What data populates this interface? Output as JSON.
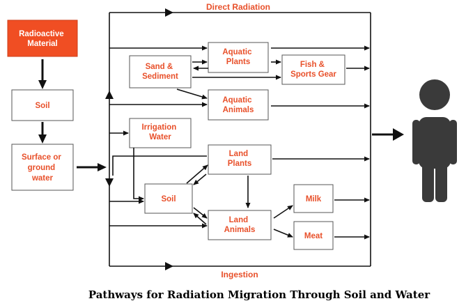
{
  "title": "Pathways for Radiation Migration Through Soil and Water",
  "labels": {
    "direct_radiation": "Direct Radiation",
    "ingestion": "Ingestion"
  },
  "nodes": {
    "radioactive_material": [
      "Radioactive",
      "Material"
    ],
    "soil_left": [
      "Soil"
    ],
    "surface_water": [
      "Surface or",
      "ground",
      "water"
    ],
    "sand_sediment": [
      "Sand &",
      "Sediment"
    ],
    "aquatic_plants": [
      "Aquatic",
      "Plants"
    ],
    "fish_gear": [
      "Fish &",
      "Sports Gear"
    ],
    "aquatic_animals": [
      "Aquatic",
      "Animals"
    ],
    "irrigation_water": [
      "Irrigation",
      "Water"
    ],
    "land_plants": [
      "Land",
      "Plants"
    ],
    "soil_inner": [
      "Soil"
    ],
    "milk": [
      "Milk"
    ],
    "land_animals": [
      "Land",
      "Animals"
    ],
    "meat": [
      "Meat"
    ]
  },
  "colors": {
    "accent": "#e8502a",
    "source_fill": "#f04e23",
    "person": "#3a3a3a",
    "line": "#111111"
  },
  "icons": {
    "person": "person-icon"
  }
}
